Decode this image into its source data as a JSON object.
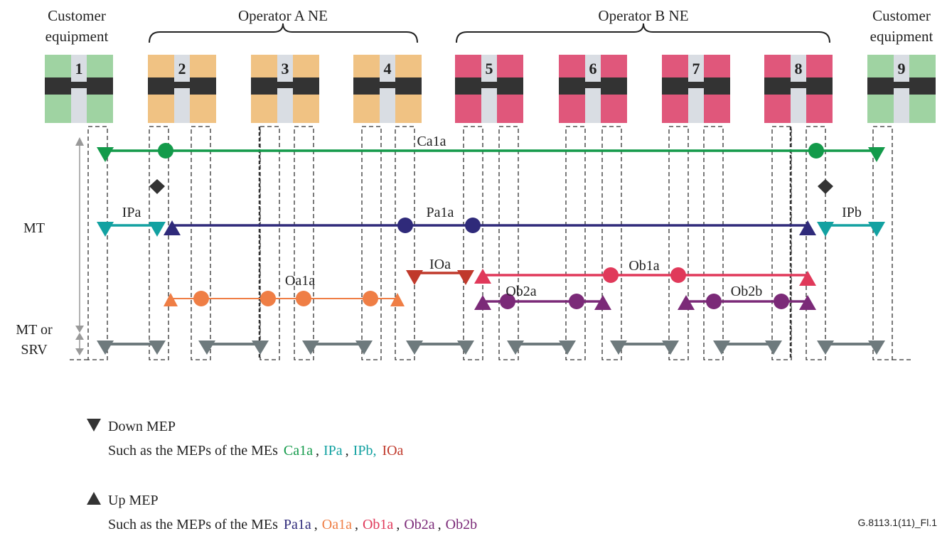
{
  "groups": {
    "customer_left": [
      "Customer",
      "equipment"
    ],
    "operator_a": "Operator A NE",
    "operator_b": "Operator B NE",
    "customer_right": [
      "Customer",
      "equipment"
    ]
  },
  "nodes": [
    "1",
    "2",
    "3",
    "4",
    "5",
    "6",
    "7",
    "8",
    "9"
  ],
  "levels": {
    "mt": "MT",
    "mt_or_srv": [
      "MT or",
      "SRV"
    ]
  },
  "me_labels": {
    "ca1a": "Ca1a",
    "ipa": "IPa",
    "pa1a": "Pa1a",
    "ipb": "IPb",
    "ioa": "IOa",
    "ob1a": "Ob1a",
    "oa1a": "Oa1a",
    "ob2a": "Ob2a",
    "ob2b": "Ob2b"
  },
  "legend": {
    "down": {
      "title": "Down MEP",
      "prefix": "Such as the MEPs of the MEs",
      "items": [
        "Ca1a",
        ",",
        "IPa",
        ",",
        "IPb,",
        "IOa"
      ]
    },
    "up": {
      "title": "Up MEP",
      "prefix": "Such as the MEPs of the MEs",
      "items": [
        "Pa1a",
        ",",
        "Oa1a",
        ",",
        "Ob1a",
        ",",
        "Ob2a",
        ",",
        "Ob2b"
      ]
    }
  },
  "figure_id": "G.8113.1(11)_Fl.1",
  "colors": {
    "customer": "#9fd3a2",
    "operator_a": "#f0c283",
    "operator_b": "#e0577b",
    "ne_bar": "#333333",
    "ne_slot": "#d9dde3",
    "ca1a": "#139a4a",
    "ipa": "#12a1a1",
    "pa1a": "#2f2a7a",
    "ioa": "#c0392b",
    "ob1a": "#e0395a",
    "oa1a": "#ef7e45",
    "ob2": "#7b2a78",
    "srv": "#6e7a7d",
    "mip": "#333333"
  }
}
